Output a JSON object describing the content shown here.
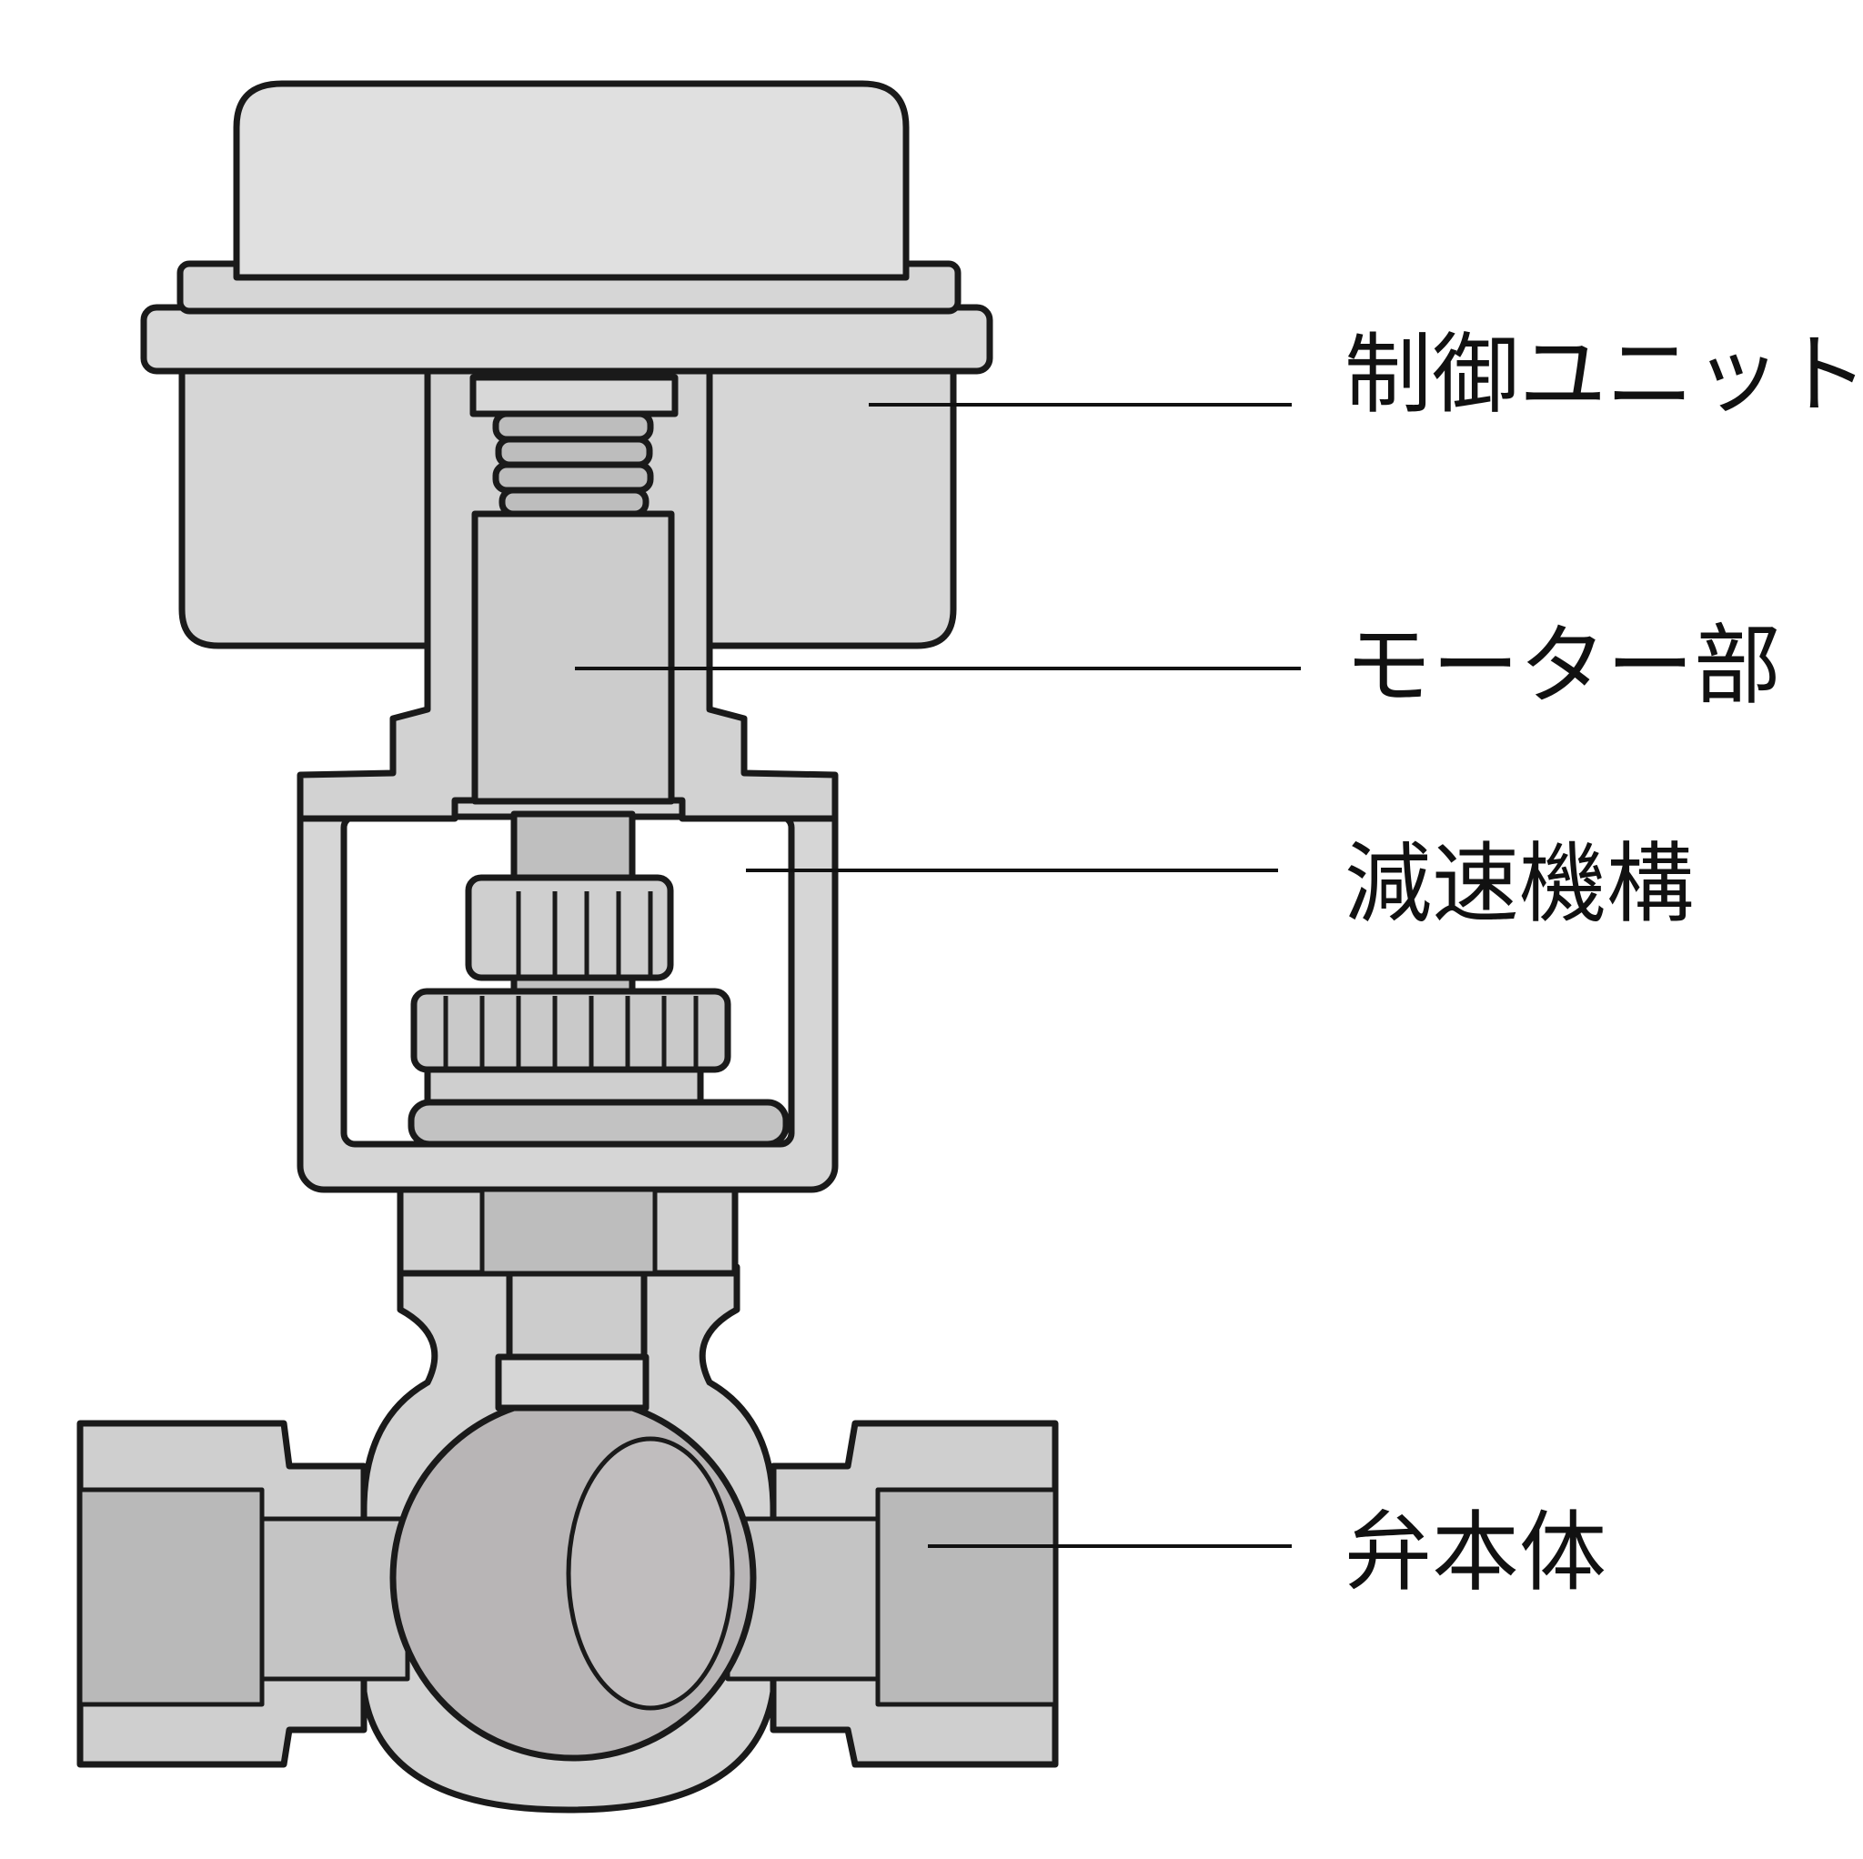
{
  "labels": {
    "control_unit": "制御ユニット",
    "motor": "モーター部",
    "reducer": "減速機構",
    "valve_body": "弁本体"
  },
  "colors": {
    "light_gray": "#e0e0e0",
    "mid_gray": "#cacaca",
    "dark_gray": "#b4b4b4",
    "ball": "#b8b5b6",
    "outline": "#1a1a1a"
  }
}
